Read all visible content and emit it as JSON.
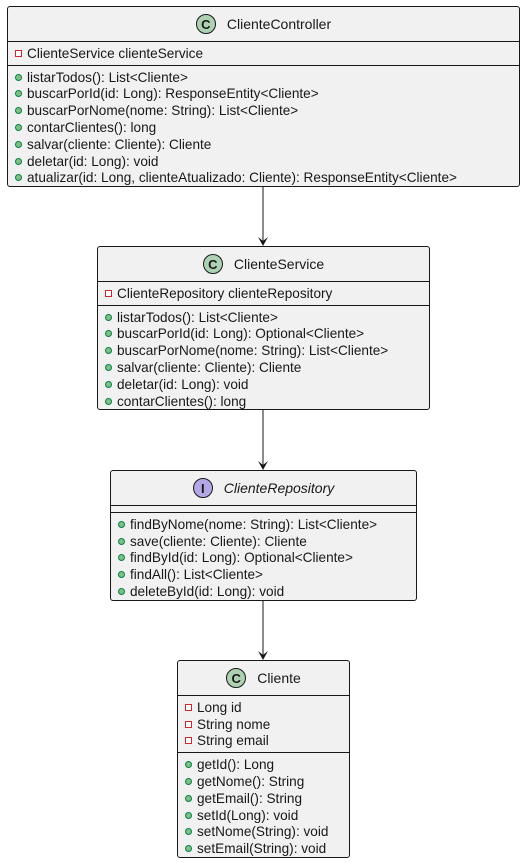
{
  "classes": [
    {
      "name": "ClienteController",
      "stereotype": "C",
      "abstract": false,
      "fields": [
        {
          "vis": "private",
          "text": "ClienteService clienteService"
        }
      ],
      "methods": [
        {
          "vis": "public",
          "text": "listarTodos(): List<Cliente>"
        },
        {
          "vis": "public",
          "text": "buscarPorId(id: Long): ResponseEntity<Cliente>"
        },
        {
          "vis": "public",
          "text": "buscarPorNome(nome: String): List<Cliente>"
        },
        {
          "vis": "public",
          "text": "contarClientes(): long"
        },
        {
          "vis": "public",
          "text": "salvar(cliente: Cliente): Cliente"
        },
        {
          "vis": "public",
          "text": "deletar(id: Long): void"
        },
        {
          "vis": "public",
          "text": "atualizar(id: Long, clienteAtualizado: Cliente): ResponseEntity<Cliente>"
        }
      ]
    },
    {
      "name": "ClienteService",
      "stereotype": "C",
      "abstract": false,
      "fields": [
        {
          "vis": "private",
          "text": "ClienteRepository clienteRepository"
        }
      ],
      "methods": [
        {
          "vis": "public",
          "text": "listarTodos(): List<Cliente>"
        },
        {
          "vis": "public",
          "text": "buscarPorId(id: Long): Optional<Cliente>"
        },
        {
          "vis": "public",
          "text": "buscarPorNome(nome: String): List<Cliente>"
        },
        {
          "vis": "public",
          "text": "salvar(cliente: Cliente): Cliente"
        },
        {
          "vis": "public",
          "text": "deletar(id: Long): void"
        },
        {
          "vis": "public",
          "text": "contarClientes(): long"
        }
      ]
    },
    {
      "name": "ClienteRepository",
      "stereotype": "I",
      "abstract": true,
      "fields": [],
      "methods": [
        {
          "vis": "public",
          "text": "findByNome(nome: String): List<Cliente>"
        },
        {
          "vis": "public",
          "text": "save(cliente: Cliente): Cliente"
        },
        {
          "vis": "public",
          "text": "findById(id: Long): Optional<Cliente>"
        },
        {
          "vis": "public",
          "text": "findAll(): List<Cliente>"
        },
        {
          "vis": "public",
          "text": "deleteById(id: Long): void"
        }
      ]
    },
    {
      "name": "Cliente",
      "stereotype": "C",
      "abstract": false,
      "fields": [
        {
          "vis": "private",
          "text": "Long id"
        },
        {
          "vis": "private",
          "text": "String nome"
        },
        {
          "vis": "private",
          "text": "String email"
        }
      ],
      "methods": [
        {
          "vis": "public",
          "text": "getId(): Long"
        },
        {
          "vis": "public",
          "text": "getNome(): String"
        },
        {
          "vis": "public",
          "text": "getEmail(): String"
        },
        {
          "vis": "public",
          "text": "setId(Long): void"
        },
        {
          "vis": "public",
          "text": "setNome(String): void"
        },
        {
          "vis": "public",
          "text": "setEmail(String): void"
        }
      ]
    }
  ],
  "relations": [
    {
      "from": "ClienteController",
      "to": "ClienteService"
    },
    {
      "from": "ClienteService",
      "to": "ClienteRepository"
    },
    {
      "from": "ClienteRepository",
      "to": "Cliente"
    }
  ]
}
